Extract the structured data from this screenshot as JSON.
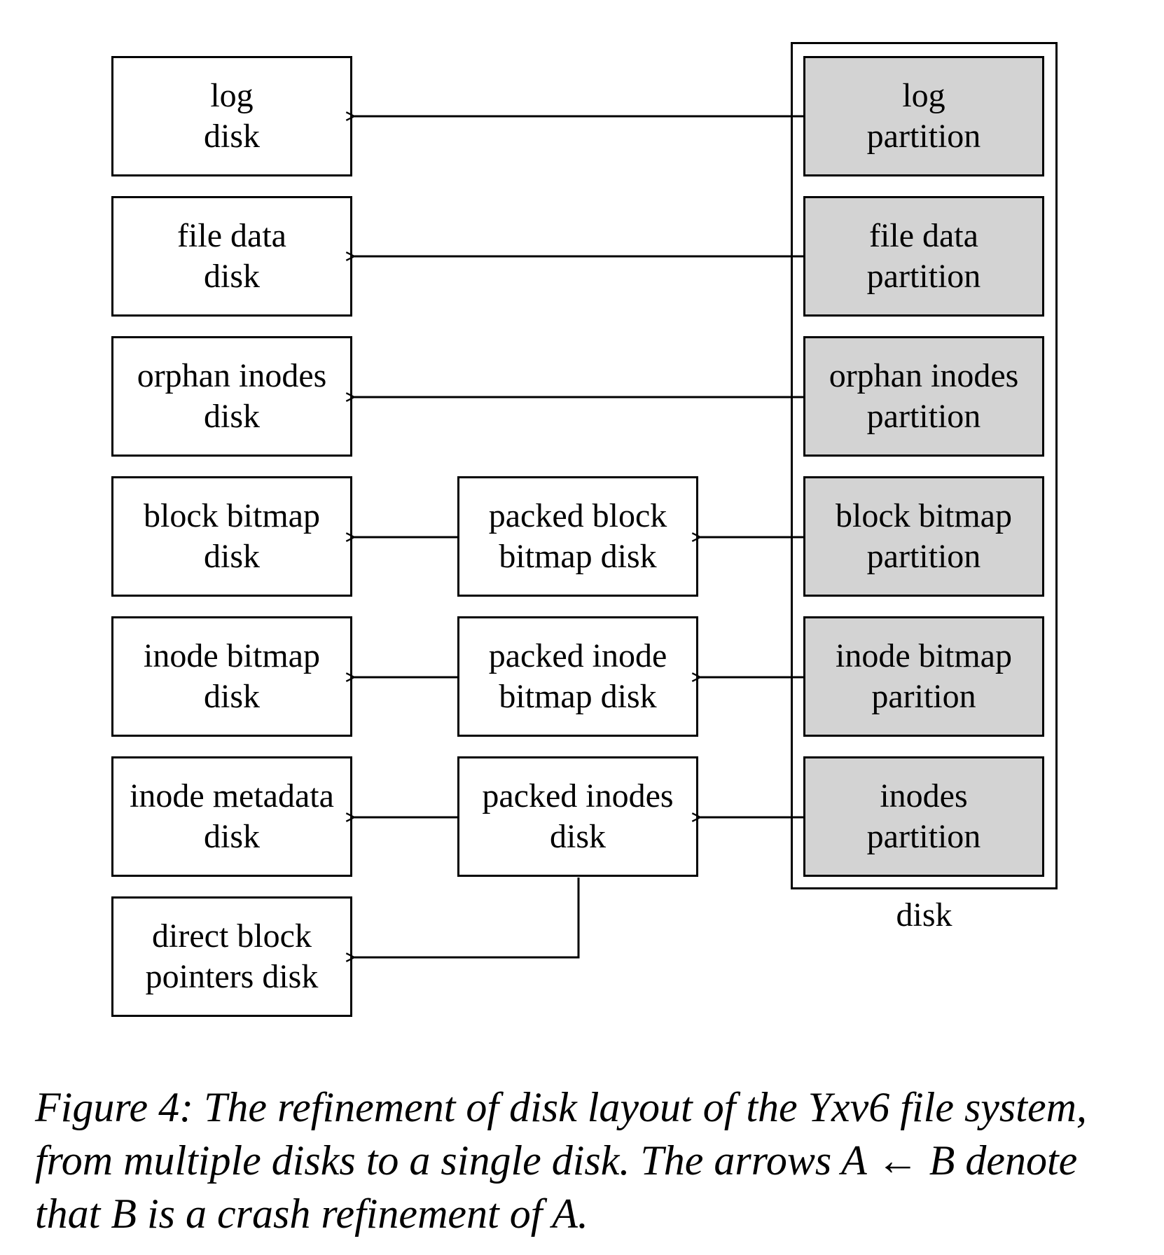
{
  "left_column": [
    {
      "id": "log-disk",
      "lines": [
        "log",
        "disk"
      ]
    },
    {
      "id": "file-data-disk",
      "lines": [
        "file data",
        "disk"
      ]
    },
    {
      "id": "orphan-inodes-disk",
      "lines": [
        "orphan inodes",
        "disk"
      ]
    },
    {
      "id": "block-bitmap-disk",
      "lines": [
        "block bitmap",
        "disk"
      ]
    },
    {
      "id": "inode-bitmap-disk",
      "lines": [
        "inode bitmap",
        "disk"
      ]
    },
    {
      "id": "inode-metadata-disk",
      "lines": [
        "inode metadata",
        "disk"
      ]
    },
    {
      "id": "direct-block-pointers-disk",
      "lines": [
        "direct block",
        "pointers disk"
      ]
    }
  ],
  "middle_column": [
    {
      "id": "packed-block-bitmap-disk",
      "lines": [
        "packed block",
        "bitmap disk"
      ]
    },
    {
      "id": "packed-inode-bitmap-disk",
      "lines": [
        "packed inode",
        "bitmap disk"
      ]
    },
    {
      "id": "packed-inodes-disk",
      "lines": [
        "packed inodes",
        "disk"
      ]
    }
  ],
  "right_column": [
    {
      "id": "log-partition",
      "lines": [
        "log",
        "partition"
      ]
    },
    {
      "id": "file-data-partition",
      "lines": [
        "file data",
        "partition"
      ]
    },
    {
      "id": "orphan-inodes-partition",
      "lines": [
        "orphan inodes",
        "partition"
      ]
    },
    {
      "id": "block-bitmap-partition",
      "lines": [
        "block bitmap",
        "partition"
      ]
    },
    {
      "id": "inode-bitmap-partition",
      "lines": [
        "inode bitmap",
        "parition"
      ]
    },
    {
      "id": "inodes-partition",
      "lines": [
        "inodes",
        "partition"
      ]
    }
  ],
  "disk_label": "disk",
  "colors": {
    "partition_fill": "#d3d3d3",
    "stroke": "#000000"
  },
  "caption": {
    "lines": [
      "Figure 4: The refinement of disk layout of the Yxv6 file system,",
      "from multiple disks to a single disk. The arrows A ← B denote",
      "that B is a crash refinement of A."
    ]
  }
}
